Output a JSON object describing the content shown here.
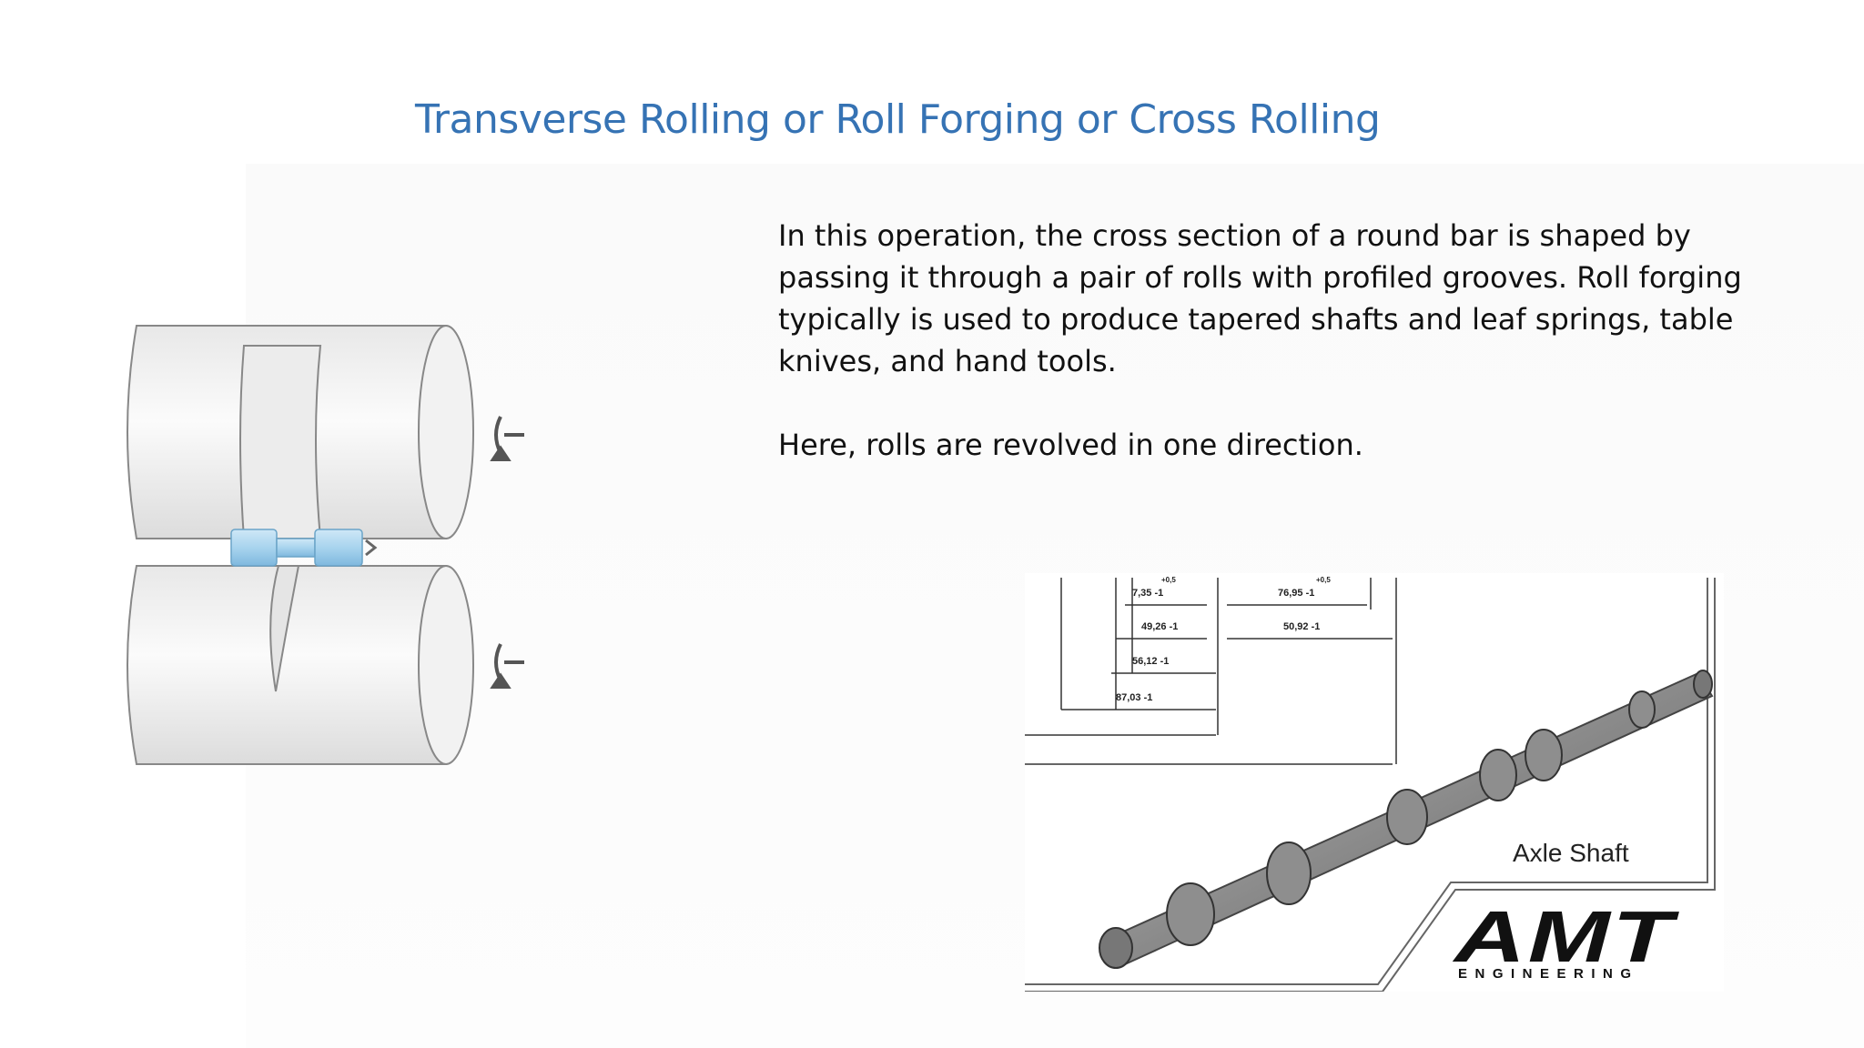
{
  "title": "Transverse Rolling or Roll Forging or Cross Rolling",
  "paragraphs": [
    "In this operation, the cross section of a round bar is shaped by passing it through a pair of rolls with profiled grooves. Roll forging typically is used to produce tapered shafts and leaf springs, table knives, and hand tools.",
    "Here, rolls are revolved in one direction."
  ],
  "figure_roll": {
    "icon": "roll-forging-diagram"
  },
  "figure_shaft": {
    "caption": "Axle Shaft",
    "dimensions": [
      "7,35 -1",
      "76,95 -1",
      "49,26 -1",
      "50,92 -1",
      "56,12 -1",
      "87,03 -1"
    ],
    "tolerance": "+0,5",
    "logo_main": "AMT",
    "logo_sub": "ENGINEERING"
  },
  "colors": {
    "title": "#3673b4",
    "workpiece": "#a8d4ee"
  }
}
